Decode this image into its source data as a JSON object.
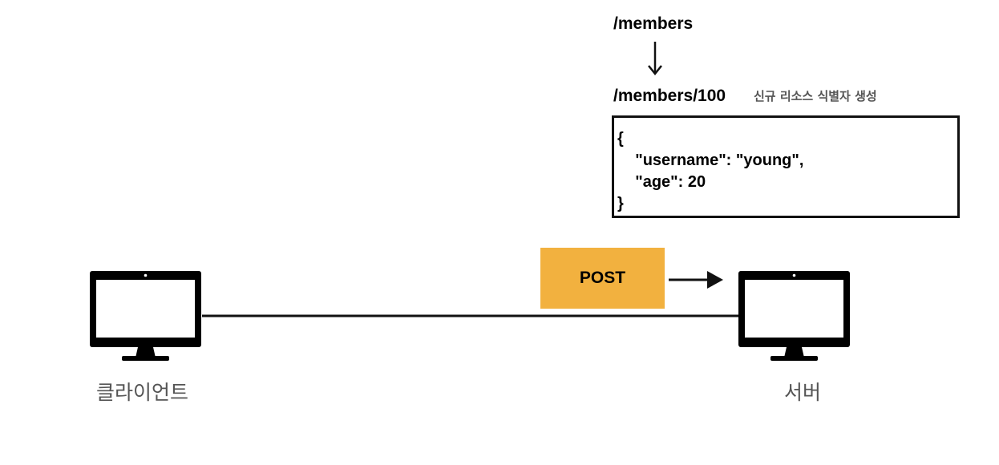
{
  "request": {
    "collection_path": "/members",
    "created_path": "/members/100",
    "created_note": "신규 리소스 식별자 생성",
    "method": "POST"
  },
  "body_lines": [
    "{",
    "    \"username\": \"young\",",
    "    \"age\": 20",
    "}"
  ],
  "nodes": {
    "client_label": "클라이언트",
    "server_label": "서버"
  },
  "colors": {
    "method_fill": "#f2b13f",
    "monitor": "#000000",
    "label_gray": "#555555"
  },
  "icons": [
    "monitor-icon",
    "arrow-down-icon",
    "arrow-right-icon"
  ]
}
